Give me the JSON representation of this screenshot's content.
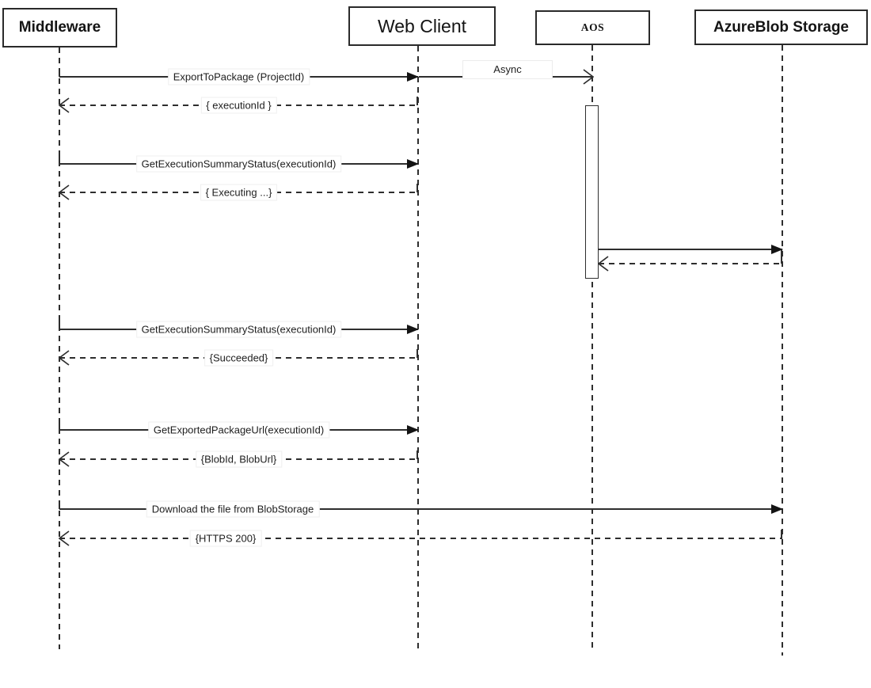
{
  "diagram": {
    "type": "uml-sequence-diagram",
    "colors": {
      "background": "#ffffff",
      "line": "#2e2e2e",
      "text": "#141414"
    },
    "actors": [
      {
        "name": "Middleware"
      },
      {
        "name": "Web Client"
      },
      {
        "name": "AOS"
      },
      {
        "name": "AzureBlob Storage"
      }
    ],
    "messages": [
      {
        "label": "ExportToPackage (ProjectId)",
        "type": "sync-call",
        "from": "Middleware",
        "to": "Web Client"
      },
      {
        "label": "Async",
        "type": "async-call",
        "from": "Web Client",
        "to": "AOS"
      },
      {
        "label": "{ executionId }",
        "type": "return",
        "from": "Web Client",
        "to": "Middleware"
      },
      {
        "label": "GetExecutionSummaryStatus(executionId)",
        "type": "sync-call",
        "from": "Middleware",
        "to": "Web Client"
      },
      {
        "label": "{ Executing ...}",
        "type": "return",
        "from": "Web Client",
        "to": "Middleware"
      },
      {
        "label": "",
        "type": "sync-call",
        "from": "AOS",
        "to": "AzureBlob Storage"
      },
      {
        "label": "",
        "type": "return",
        "from": "AzureBlob Storage",
        "to": "AOS"
      },
      {
        "label": "GetExecutionSummaryStatus(executionId)",
        "type": "sync-call",
        "from": "Middleware",
        "to": "Web Client"
      },
      {
        "label": "{Succeeded}",
        "type": "return",
        "from": "Web Client",
        "to": "Middleware"
      },
      {
        "label": "GetExportedPackageUrl(executionId)",
        "type": "sync-call",
        "from": "Middleware",
        "to": "Web Client"
      },
      {
        "label": "{BlobId, BlobUrl}",
        "type": "return",
        "from": "Web Client",
        "to": "Middleware"
      },
      {
        "label": "Download the file from BlobStorage",
        "type": "sync-call",
        "from": "Middleware",
        "to": "AzureBlob Storage"
      },
      {
        "label": "{HTTPS 200}",
        "type": "return",
        "from": "AzureBlob Storage",
        "to": "Middleware"
      }
    ]
  }
}
